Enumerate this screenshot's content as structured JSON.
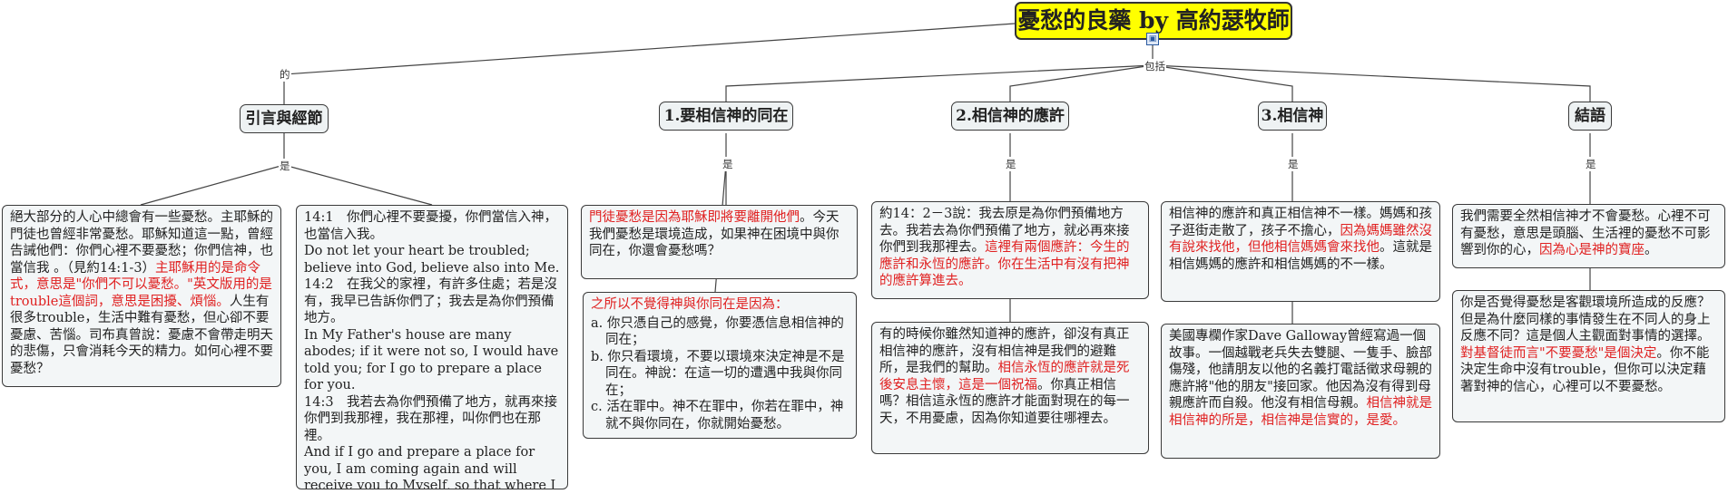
{
  "root": {
    "title": "憂愁的良藥 by 高約瑟牧師"
  },
  "labels": {
    "left": "的",
    "right": "包括",
    "is": "是"
  },
  "topics": [
    {
      "label": "引言與經節"
    },
    {
      "label": "1.要相信神的同在"
    },
    {
      "label": "2.相信神的應許"
    },
    {
      "label": "3.相信神"
    },
    {
      "label": "結語"
    }
  ],
  "notes": {
    "intro": {
      "t1": "絕大部分的人心中總會有一些憂愁。主耶穌的門徒也曾經非常憂愁。耶穌知道這一點，曾經告誡他們：你們心裡不要憂愁；你們信神，也當信我 。（見約14:1-3）",
      "t2": "主耶穌用的是命令式，意思是\"你們不可以憂愁。\"英文版用的是trouble這個詞，意思是困擾、煩惱。",
      "t3": "人生有很多trouble，生活中難有憂愁，但心卻不要憂慮、苦惱。司布真曾說：憂慮不會帶走明天的悲傷，只會消耗今天的精力。如何心裡不要憂愁？"
    },
    "verses": [
      "14:1　你們心裡不要憂擾，你們當信入神，也當信入我。",
      "Do not let your heart be troubled; believe into God, believe also into Me.",
      "14:2　在我父的家裡，有許多住處；若是沒有，我早已告訴你們了；我去是為你們預備地方。",
      "In My Father's house are many abodes; if it were not so, I would have told you; for I go to prepare a place for you.",
      "14:3　我若去為你們預備了地方，就再來接你們到我那裡，我在那裡，叫你們也在那裡。",
      "And if I go and prepare a place for you, I am coming again and will receive you to Myself, so that where I am you also may be."
    ],
    "presence1": {
      "t1": "門徒憂愁是因為耶穌即將要離開他們",
      "t2": "。今天我們憂愁是環境造成，如果神在困境中與你同在，你還會憂愁嗎？"
    },
    "presence2": {
      "head": "之所以不覺得神與你同在是因為：",
      "items": [
        "a. 你只憑自己的感覺，你要憑信息相信神的同在；",
        "b. 你只看環境，不要以環境來決定神是不是同在。神說：在這一切的遭遇中我與你同在；",
        "c. 活在罪中。神不在罪中，你若在罪中，神就不與你同在，你就開始憂愁。"
      ]
    },
    "promise1": {
      "t1": "約14：2－3說：我去原是為你們預備地方去。我若去為你們預備了地方，就必再來接你們到我那裡去。",
      "t2": "這裡有兩個應許：今生的應許和永恆的應許。你在生活中有沒有把神的應許算進去。"
    },
    "promise2": {
      "t1": "有的時候你雖然知道神的應許，卻沒有真正相信神的應許，沒有相信神是我們的避難所，是我們的幫助。",
      "t2": "相信永恆的應許就是死後安息主懷，這是一個祝福",
      "t3": "。你真正相信嗎？相信這永恆的應許才能面對現在的每一天，不用憂慮，因為你知道要往哪裡去。"
    },
    "faith1": {
      "t1": "相信神的應許和真正相信神不一樣。媽媽和孩子逛街走散了，孩子不擔心，",
      "t2": "因為媽媽雖然沒有說來找他，但他相信媽媽會來找他",
      "t3": "。這就是相信媽媽的應許和相信媽媽的不一樣。"
    },
    "faith2": {
      "t1": "美國專欄作家Dave Galloway曾經寫過一個故事。一個越戰老兵失去雙腿、一隻手、臉部傷殘，他請朋友以他的名義打電話徵求母親的應許將\"他的朋友\"接回家。他因為沒有得到母親應許而自殺。他沒有相信母親。",
      "t2": "相信神就是相信神的所是，相信神是信實的，是愛。"
    },
    "conc1": {
      "t1": "我們需要全然相信神才不會憂愁。心裡不可有憂愁，意思是頭腦、生活裡的憂愁不可影響到你的心，",
      "t2": "因為心是神的寶座",
      "t3": "。"
    },
    "conc2": {
      "t1": "你是否覺得憂愁是客觀環境所造成的反應？但是為什麼同樣的事情發生在不同人的身上反應不同？這是個人主觀面對事情的選擇。",
      "t2": "對基督徒而言\"不要憂愁\"是個決定",
      "t3": "。你不能決定生命中沒有trouble，但你可以決定藉著對神的信心，心裡可以不要憂愁。"
    }
  },
  "colors": {
    "root_bg": "#ffff00",
    "node_bg": "#eef2f3",
    "emphasis": "#e02020",
    "line": "#444444"
  }
}
